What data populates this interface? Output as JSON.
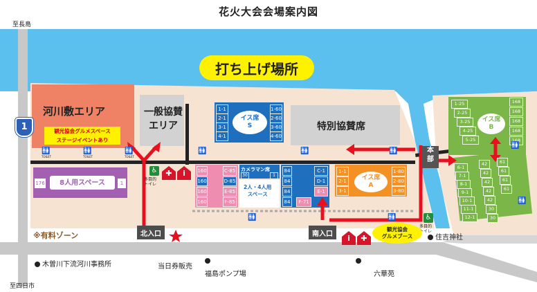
{
  "title": "花火大会会場案内図",
  "road_labels": {
    "north_left": "至長島",
    "south_left": "至四日市",
    "route_number": "1"
  },
  "launch_site": "打ち上げ場所",
  "areas": {
    "riverbed": "河川敷エリア",
    "general_sponsor": "一般協賛\nエリア",
    "special_sponsor": "特別協賛席",
    "paid_zone": "※有料ゾーン",
    "gourmet_stage": "観光協会グルメスペース\nステージイベントあり"
  },
  "seats": {
    "chair_s": {
      "label": "イス席\nS",
      "rows": [
        [
          "1-1",
          "1-60"
        ],
        [
          "2-1",
          "2-60"
        ],
        [
          "3-1",
          "3-60"
        ],
        [
          "4-1",
          "4-60"
        ]
      ]
    },
    "chair_a": {
      "label": "イス席\nA",
      "rows": [
        [
          "1-1",
          "1-80"
        ],
        [
          "2-1",
          "2-80"
        ],
        [
          "3-1",
          "3-80"
        ]
      ]
    },
    "chair_b": {
      "label": "イス席\nB"
    },
    "camera": {
      "label": "カメラマン席",
      "left": "30",
      "right": "1"
    },
    "space_8": {
      "label": "8人用スペース",
      "left": "176",
      "right": "1"
    },
    "space_24": {
      "label": "2人・4人用\nスペース"
    },
    "pink_left": [
      [
        "160",
        "C-85"
      ],
      [
        "160",
        "D-85"
      ],
      [
        "160",
        "E-85"
      ],
      [
        "160",
        "F-85"
      ]
    ],
    "blue_right": [
      [
        "84",
        "C-1"
      ],
      [
        "84",
        "D-1"
      ],
      [
        "84",
        "E-1"
      ],
      [
        "84",
        "F-71"
      ]
    ],
    "b_top_rows": [
      [
        "1-25",
        "168"
      ],
      [
        "2-25",
        "168"
      ],
      [
        "3-25",
        "168"
      ],
      [
        "4-25",
        "168"
      ],
      [
        "5-25",
        "168"
      ]
    ],
    "b_bottom_rows": [
      [
        "6-1",
        "42"
      ],
      [
        "7-1",
        "42"
      ],
      [
        "8-1",
        "42"
      ],
      [
        "9-1",
        "42"
      ],
      [
        "10-1",
        "42"
      ],
      [
        "11-1",
        "30"
      ],
      [
        "12-1",
        "30"
      ]
    ],
    "b_right_col": [
      "61",
      "61",
      "61",
      "61"
    ]
  },
  "gates": {
    "north": "北入口",
    "south": "南入口",
    "headquarters": "本\n部"
  },
  "facilities": {
    "multipurpose_toilet": "多目的\nトイレ",
    "gourmet_booth": "観光協会\nグルメブース",
    "ticket_sales": "当日券販売",
    "toilet_small": "TOILET"
  },
  "landmarks": {
    "river_office": "木曽川下流河川事務所",
    "pump_station": "福島ポンプ場",
    "rokkaen": "六華苑",
    "sumiyoshi": "住吉神社"
  },
  "colors": {
    "river": "#5bc0ee",
    "ground": "#f7e3d2",
    "riverbed": "#ef8164",
    "purple": "#a35fb2",
    "blue": "#1f6fbf",
    "orange": "#f39125",
    "pink": "#ee8db0",
    "green": "#7ab648",
    "arrow": "#e8101e",
    "road": "#c8c8c8",
    "yellow": "#fff200"
  }
}
